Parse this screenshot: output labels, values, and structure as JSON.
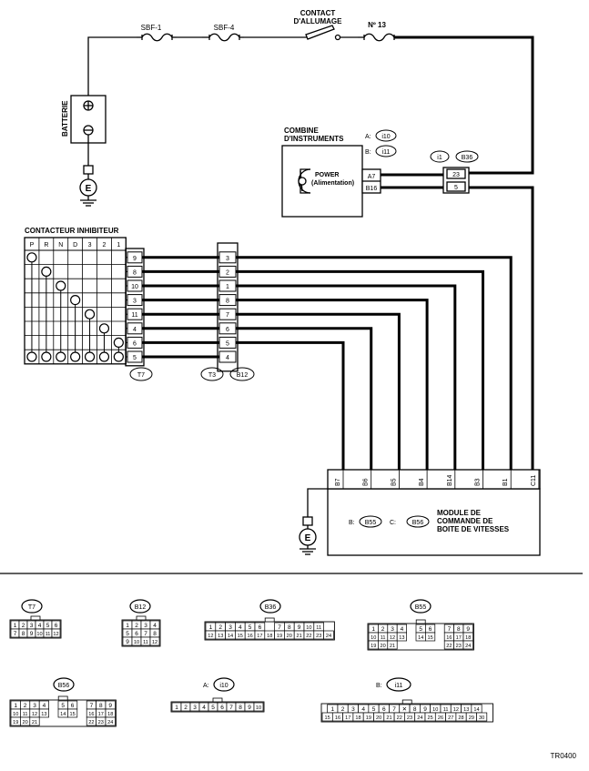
{
  "labels": {
    "sbf1": "SBF-1",
    "sbf4": "SBF-4",
    "contact_line1": "CONTACT",
    "contact_line2": "D'ALLUMAGE",
    "fuse13": "Nº 13",
    "batterie": "BATTERIE",
    "ground_symbol": "E",
    "combine_line1": "COMBINE",
    "combine_line2": "D'INSTRUMENTS",
    "power_line1": "POWER",
    "power_line2": "(Alimentation)",
    "combine_pin_top": "A7",
    "combine_pin_bottom": "B16",
    "combine_conn_a_prefix": "A:",
    "combine_conn_a": "i10",
    "combine_conn_b_prefix": "B:",
    "combine_conn_b": "i11",
    "joint_conn_1": "i1",
    "joint_conn_2": "B36",
    "joint_pin_top": "23",
    "joint_pin_bottom": "5",
    "inhibiteur_title": "CONTACTEUR INHIBITEUR",
    "t7": "T7",
    "t3": "T3",
    "b12": "B12",
    "module_line1": "MODULE DE",
    "module_line2": "COMMANDE DE",
    "module_line3": "BOITE DE VITESSES",
    "module_conn_b_prefix": "B:",
    "module_conn_b": "B55",
    "module_conn_c_prefix": "C:",
    "module_conn_c": "B56",
    "footer_code": "TR0400"
  },
  "inhibiteur_positions": [
    "P",
    "R",
    "N",
    "D",
    "3",
    "2",
    "1"
  ],
  "t7_pins": [
    "9",
    "8",
    "10",
    "3",
    "11",
    "4",
    "6",
    "5"
  ],
  "t3_pins": [
    "3",
    "2",
    "1",
    "8",
    "7",
    "6",
    "5",
    "4"
  ],
  "module_pins": [
    "B7",
    "B6",
    "B5",
    "B4",
    "B14",
    "B3",
    "B1",
    "C11"
  ],
  "connectors": [
    {
      "id": "T7",
      "prefix": "",
      "rows": [
        [
          "1",
          "2",
          "3",
          "4",
          "5",
          "6"
        ],
        [
          "7",
          "8",
          "9",
          "10",
          "11",
          "12"
        ]
      ]
    },
    {
      "id": "B12",
      "prefix": "",
      "rows": [
        [
          "1",
          "2",
          "3",
          "4"
        ],
        [
          "5",
          "6",
          "7",
          "8"
        ],
        [
          "9",
          "10",
          "11",
          "12"
        ]
      ]
    },
    {
      "id": "B36",
      "prefix": "",
      "rows": [
        [
          "1",
          "2",
          "3",
          "4",
          "5",
          "6",
          "",
          "7",
          "8",
          "9",
          "10",
          "11"
        ],
        [
          "12",
          "13",
          "14",
          "15",
          "16",
          "17",
          "18",
          "19",
          "20",
          "21",
          "22",
          "23",
          "24"
        ]
      ]
    },
    {
      "id": "B55",
      "prefix": "",
      "rows": [
        [
          "1",
          "2",
          "3",
          "4",
          "",
          "5",
          "6",
          "",
          "7",
          "8",
          "9"
        ],
        [
          "10",
          "11",
          "12",
          "13",
          "",
          "14",
          "15",
          "",
          "16",
          "17",
          "18"
        ],
        [
          "19",
          "20",
          "21",
          "",
          "",
          "",
          "",
          "",
          "22",
          "23",
          "24"
        ]
      ]
    },
    {
      "id": "B56",
      "prefix": "",
      "rows": [
        [
          "1",
          "2",
          "3",
          "4",
          "",
          "5",
          "6",
          "",
          "7",
          "8",
          "9"
        ],
        [
          "10",
          "11",
          "12",
          "13",
          "",
          "14",
          "15",
          "",
          "16",
          "17",
          "18"
        ],
        [
          "19",
          "20",
          "21",
          "",
          "",
          "",
          "",
          "",
          "22",
          "23",
          "24"
        ]
      ]
    },
    {
      "id": "i10",
      "prefix": "A:",
      "rows": [
        [
          "1",
          "2",
          "3",
          "4",
          "5",
          "6",
          "7",
          "8",
          "9",
          "10"
        ]
      ]
    },
    {
      "id": "i11",
      "prefix": "B:",
      "rows": [
        [
          "1",
          "2",
          "3",
          "4",
          "5",
          "6",
          "7",
          "✕",
          "8",
          "9",
          "10",
          "11",
          "12",
          "13",
          "14"
        ],
        [
          "15",
          "16",
          "17",
          "18",
          "19",
          "20",
          "21",
          "22",
          "23",
          "24",
          "25",
          "26",
          "27",
          "28",
          "29",
          "30"
        ]
      ]
    }
  ]
}
